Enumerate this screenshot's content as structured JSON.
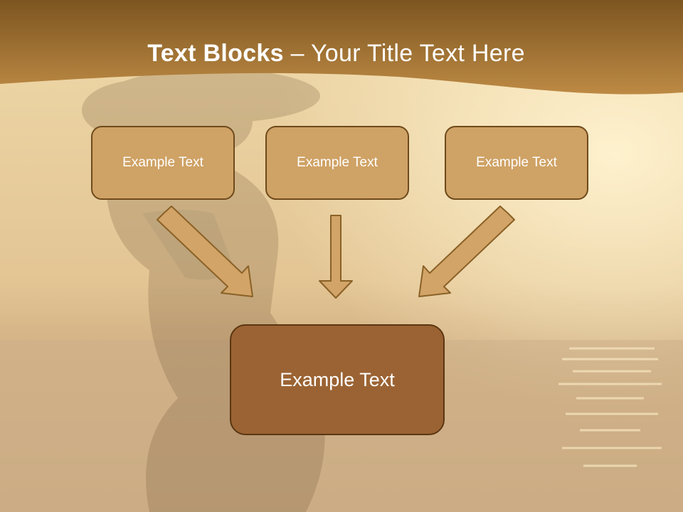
{
  "slide": {
    "title_bold": "Text Blocks",
    "title_separator": " – ",
    "title_rest": "Your Title Text Here"
  },
  "blocks": [
    {
      "label": "Example Text"
    },
    {
      "label": "Example Text"
    },
    {
      "label": "Example Text"
    }
  ],
  "result_block": {
    "label": "Example Text"
  },
  "colors": {
    "header_band": "#b5823c",
    "small_box_fill": "#cfa265",
    "big_box_fill": "#9b6333",
    "arrow_fill": "#d2a468",
    "arrow_stroke": "#8a6127"
  }
}
